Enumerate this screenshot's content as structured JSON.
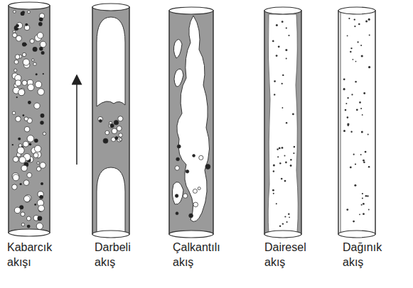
{
  "diagram": {
    "labels": [
      "Kabarcık akışı",
      "Darbeli akış",
      "Çalkantılı akış",
      "Dairesel akış",
      "Dağınık akış"
    ]
  }
}
